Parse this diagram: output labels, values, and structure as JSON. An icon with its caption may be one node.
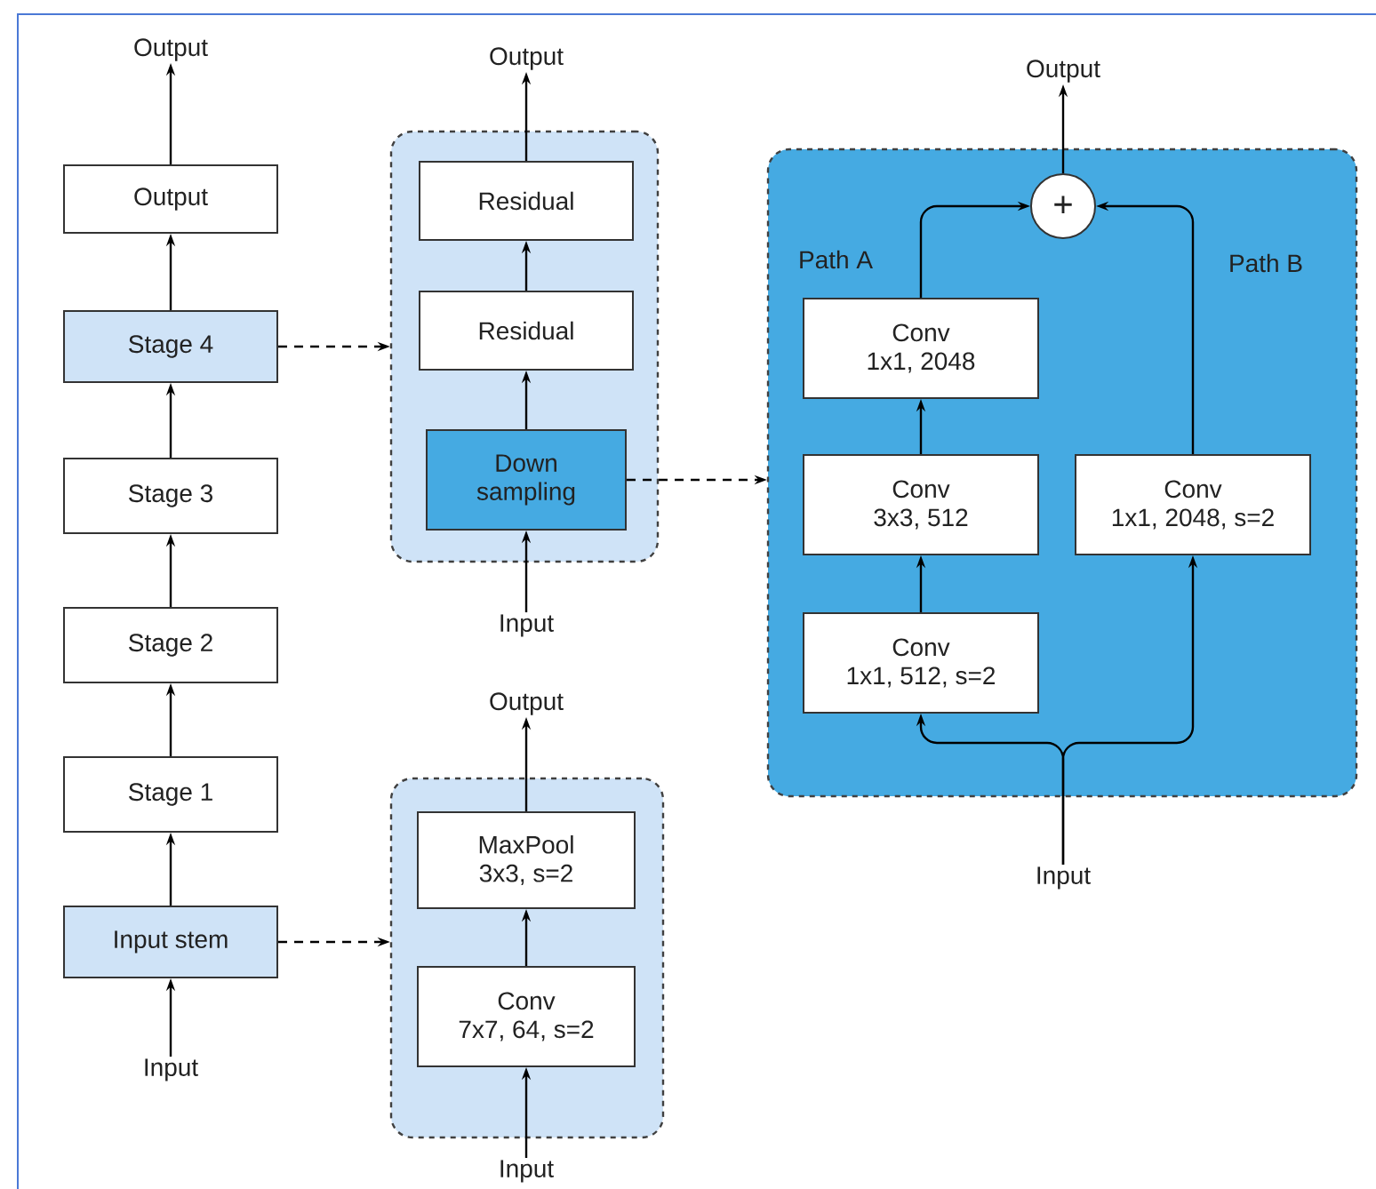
{
  "diagram": {
    "nodes": [
      {
        "text": [
          "Output"
        ]
      },
      {
        "text": [
          "Output"
        ]
      },
      {
        "text": [
          "Stage 4"
        ]
      },
      {
        "text": [
          "Stage 3"
        ]
      },
      {
        "text": [
          "Stage 2"
        ]
      },
      {
        "text": [
          "Stage 1"
        ]
      },
      {
        "text": [
          "Input stem"
        ]
      },
      {
        "text": [
          "Input"
        ]
      },
      {
        "text": [
          "Output"
        ]
      },
      {
        "text": [],
        "shape": "box"
      },
      {
        "text": [
          "Residual"
        ],
        "in": 9
      },
      {
        "text": [
          "Residual"
        ],
        "in": 9
      },
      {
        "text": [
          "Down sampling"
        ],
        "in": 9
      },
      {
        "text": [
          "Input"
        ]
      },
      {
        "text": [
          "Output"
        ]
      },
      {
        "text": [],
        "shape": "box"
      },
      {
        "text": [
          "MaxPool",
          "3x3, s=2"
        ],
        "in": 15
      },
      {
        "text": [
          "Conv",
          "7x7, 64, s=2"
        ],
        "in": 15
      },
      {
        "text": [
          "Input"
        ]
      },
      {
        "text": [
          "Output"
        ]
      },
      {
        "text": [],
        "shape": "box"
      },
      {
        "text": [
          "+"
        ],
        "in": 20
      },
      {
        "text": [
          "Conv",
          "1x1, 2048"
        ],
        "in": 20
      },
      {
        "text": [
          "Conv",
          "3x3, 512"
        ],
        "in": 20
      },
      {
        "text": [
          "Conv",
          "1x1, 512, s=2"
        ],
        "in": 20
      },
      {
        "text": [
          "Conv",
          "1x1, 2048, s=2"
        ],
        "in": 20
      },
      {
        "text": [
          "Input"
        ]
      }
    ],
    "edges": [
      {
        "from": 1,
        "to": 0,
        "arrow": "to"
      },
      {
        "from": 2,
        "to": 1,
        "arrow": "to"
      },
      {
        "from": 3,
        "to": 2,
        "arrow": "to"
      },
      {
        "from": 4,
        "to": 3,
        "arrow": "to"
      },
      {
        "from": 5,
        "to": 4,
        "arrow": "to"
      },
      {
        "from": 6,
        "to": 5,
        "arrow": "to"
      },
      {
        "from": 7,
        "to": 6,
        "arrow": "to"
      },
      {
        "from": 2,
        "to": 9,
        "arrow": "to",
        "style": "dashed"
      },
      {
        "from": 10,
        "to": 8,
        "arrow": "to"
      },
      {
        "from": 11,
        "to": 10,
        "arrow": "to"
      },
      {
        "from": 12,
        "to": 11,
        "arrow": "to"
      },
      {
        "from": 13,
        "to": 12,
        "arrow": "to"
      },
      {
        "from": 12,
        "to": 20,
        "arrow": "to",
        "style": "dashed"
      },
      {
        "from": 6,
        "to": 15,
        "arrow": "to",
        "style": "dashed"
      },
      {
        "from": 16,
        "to": 14,
        "arrow": "to"
      },
      {
        "from": 17,
        "to": 16,
        "arrow": "to"
      },
      {
        "from": 18,
        "to": 17,
        "arrow": "to"
      },
      {
        "from": 21,
        "to": 19,
        "arrow": "to"
      },
      {
        "from": 22,
        "to": 21,
        "arrow": "to"
      },
      {
        "from": 23,
        "to": 22,
        "arrow": "to"
      },
      {
        "from": 24,
        "to": 23,
        "arrow": "to"
      },
      {
        "from": 25,
        "to": 21,
        "arrow": "to"
      },
      {
        "from": 26,
        "to": 24,
        "arrow": "to"
      },
      {
        "from": 26,
        "to": 25,
        "arrow": "to"
      }
    ],
    "labels": [
      "Path A",
      "Path B"
    ]
  }
}
